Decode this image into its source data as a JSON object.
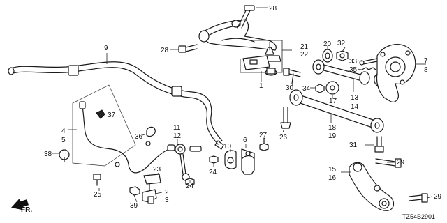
{
  "diagram_code": "TZ54B2901",
  "direction_label": "FR.",
  "callouts": {
    "c1": "1",
    "c2": "2",
    "c3": "3",
    "c4": "4",
    "c5": "5",
    "c6": "6",
    "c7": "7",
    "c8": "8",
    "c9": "9",
    "c10": "10",
    "c11": "11",
    "c12": "12",
    "c13": "13",
    "c14": "14",
    "c15": "15",
    "c16": "16",
    "c17": "17",
    "c18": "18",
    "c19": "19",
    "c20": "20",
    "c21": "21",
    "c22": "22",
    "c23": "23",
    "c24a": "24",
    "c24b": "24",
    "c25": "25",
    "c26": "26",
    "c27": "27",
    "c28a": "28",
    "c28b": "28",
    "c29a": "29",
    "c29b": "29",
    "c30": "30",
    "c31": "31",
    "c32": "32",
    "c33": "33",
    "c34": "34",
    "c35": "35",
    "c36": "36",
    "c37": "37",
    "c38": "38",
    "c39": "39"
  }
}
